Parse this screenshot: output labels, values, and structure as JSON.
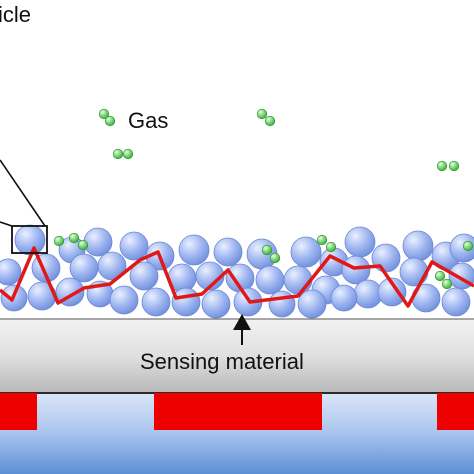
{
  "labels": {
    "particle_partial": "icle",
    "gas": "Gas",
    "sensing_material": "Sensing material"
  },
  "colors": {
    "particle_fill": "#9fb6f0",
    "particle_edge": "#6d86d6",
    "gas_molecule": "#6fd06a",
    "conduction_path": "#e01818",
    "electrode": "#ee0000",
    "substrate_top": "#f2f2f2",
    "substrate_bottom": "#b9b9b9",
    "base_top": "#dde7f7",
    "base_bottom": "#5c8fd6"
  },
  "icons": {
    "gas_molecule": "gas-molecule-icon",
    "arrow": "arrow-up-icon",
    "zoom_box": "zoom-box-icon"
  }
}
